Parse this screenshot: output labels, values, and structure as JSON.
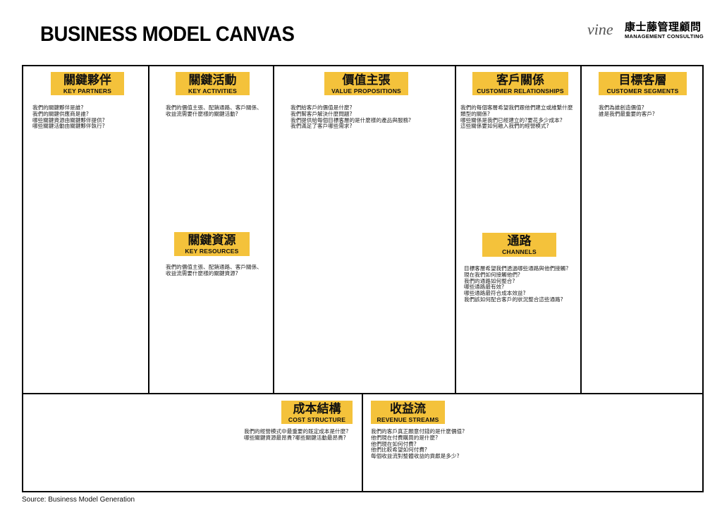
{
  "header": {
    "title": "BUSINESS MODEL CANVAS",
    "logo_mark": "vine",
    "logo_cn": "康士藤管理顧問",
    "logo_en": "MANAGEMENT CONSULTING"
  },
  "blocks": {
    "key_partners": {
      "cn": "關鍵夥伴",
      "en": "KEY PARTNERS",
      "questions": [
        "我們的關鍵夥伴是誰?",
        "我們的關鍵供應商是誰?",
        "哪些關鍵資源由關鍵夥伴提供?",
        "哪些關鍵活動由關鍵夥伴執行?"
      ]
    },
    "key_activities": {
      "cn": "關鍵活動",
      "en": "KEY ACTIVITIES",
      "questions": [
        "我們的價值主張、配銷通路、客戶關係、",
        "收益流需要什麼樣的關鍵活動?"
      ]
    },
    "key_resources": {
      "cn": "關鍵資源",
      "en": "KEY RESOURCES",
      "questions": [
        "我們的價值主張、配銷通路、客戶關係、",
        "收益流需要什麼樣的關鍵資源?"
      ]
    },
    "value_propositions": {
      "cn": "價值主張",
      "en": "VALUE PROPOSITIONS",
      "questions": [
        "我們給客戶的價值是什麼?",
        "我們幫客戶解決什麼問題?",
        "我們提供給每個目標客層的是什麼樣的產品與服務?",
        "我們滿足了客戶哪些需求?"
      ]
    },
    "customer_relationships": {
      "cn": "客戶關係",
      "en": "CUSTOMER RELATIONSHIPS",
      "questions": [
        "我們的每個客層希望我們跟他們建立或維繫什麼",
        "類型的關係?",
        "哪些關係是我們已經建立的?要花多少成本?",
        "這些關係要如何融入我們的經營模式?"
      ]
    },
    "channels": {
      "cn": "通路",
      "en": "CHANNELS",
      "questions": [
        "目標客層希望我們透過哪些通路與他們接觸?",
        "現在我們如何接觸他們?",
        "我們的通路如何整合?",
        "哪些通路最有效?",
        "哪些通路最符合成本效益?",
        "我們該如何配合客戶的狀況整合這些通路?"
      ]
    },
    "customer_segments": {
      "cn": "目標客層",
      "en": "CUSTOMER SEGMENTS",
      "questions": [
        "我們為誰創造價值?",
        "誰是我們最重要的客戶?"
      ]
    },
    "cost_structure": {
      "cn": "成本結構",
      "en": "COST STRUCTURE",
      "questions": [
        "我們的經營模式中最重要的既定成本是什麼?",
        "哪些關鍵資源最昂貴?哪些關鍵活動最昂貴?"
      ]
    },
    "revenue_streams": {
      "cn": "收益流",
      "en": "REVENUE STREAMS",
      "questions": [
        "我們的客戶真正願意付錢的是什麼價值?",
        "他們現在付費購買的是什麼?",
        "他們現在如何付費?",
        "他們比較希望如何付費?",
        "每個收益流對整體收益的貢獻是多少?"
      ]
    }
  },
  "footer": {
    "source": "Source: Business Model Generation"
  },
  "colors": {
    "label_bg": "#f4c23b",
    "border": "#000000"
  }
}
